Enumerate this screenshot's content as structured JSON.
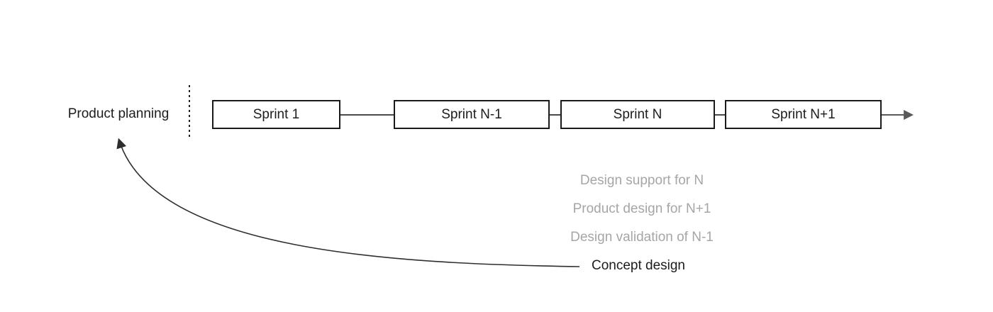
{
  "diagram": {
    "planning_label": "Product planning",
    "sprints": [
      {
        "label": "Sprint 1"
      },
      {
        "label": "Sprint N-1"
      },
      {
        "label": "Sprint N"
      },
      {
        "label": "Sprint N+1"
      }
    ],
    "parallel_activities": [
      "Design support for N",
      "Product design for N+1",
      "Design validation of N-1"
    ],
    "concept_label": "Concept design",
    "colors": {
      "box_border": "#1a1a1a",
      "connector": "#4a4a4a",
      "timeline_arrow": "#5a5a5a",
      "curve": "#2e2e2e",
      "divider": "#222222",
      "muted_text": "#a6a6a6",
      "text": "#1c1c1c"
    }
  }
}
